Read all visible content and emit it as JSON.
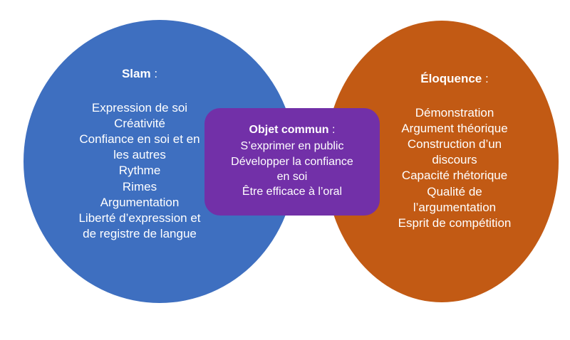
{
  "diagram": {
    "type": "venn-overlap",
    "background_color": "#FFFFFF",
    "left": {
      "shape": "ellipse",
      "color": "#3E6FC0",
      "title_strong": "Slam",
      "title_suffix": " :",
      "items": [
        "Expression de soi",
        "Créativité",
        "Confiance en soi et en",
        "les autres",
        "Rythme",
        "Rimes",
        "Argumentation",
        "Liberté d’expression et",
        "de registre de langue"
      ]
    },
    "right": {
      "shape": "ellipse",
      "color": "#C25A14",
      "title_strong": "Éloquence",
      "title_suffix": " :",
      "items": [
        "Démonstration",
        "Argument théorique",
        "Construction d’un",
        "discours",
        "Capacité rhétorique",
        "Qualité de",
        "l’argumentation",
        "Esprit de compétition"
      ]
    },
    "center": {
      "shape": "rounded-rectangle",
      "color": "#7230A8",
      "title_strong": "Objet commun",
      "title_suffix": " :",
      "items": [
        "S’exprimer en public",
        "Développer la confiance",
        "en soi",
        "Être efficace à l’oral"
      ]
    }
  }
}
